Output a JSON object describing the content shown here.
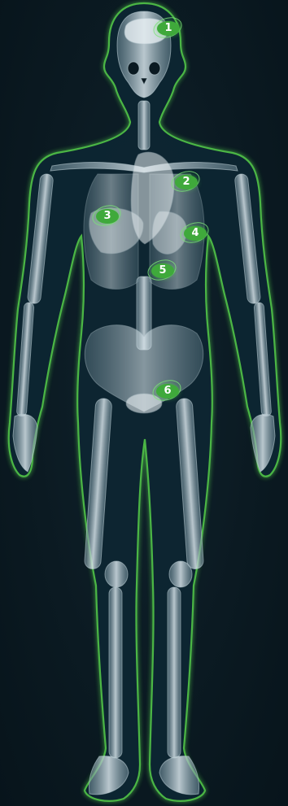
{
  "colors": {
    "background": "#0a1a22",
    "body_outline": "#4fbf47",
    "bone": "#c9d6dc",
    "marker_fill": "#3fa93b",
    "marker_text": "#ffffff"
  },
  "markers": [
    {
      "label": "1",
      "region": "brain"
    },
    {
      "label": "2",
      "region": "heart"
    },
    {
      "label": "3",
      "region": "liver"
    },
    {
      "label": "4",
      "region": "stomach"
    },
    {
      "label": "5",
      "region": "intestine"
    },
    {
      "label": "6",
      "region": "bladder"
    }
  ]
}
